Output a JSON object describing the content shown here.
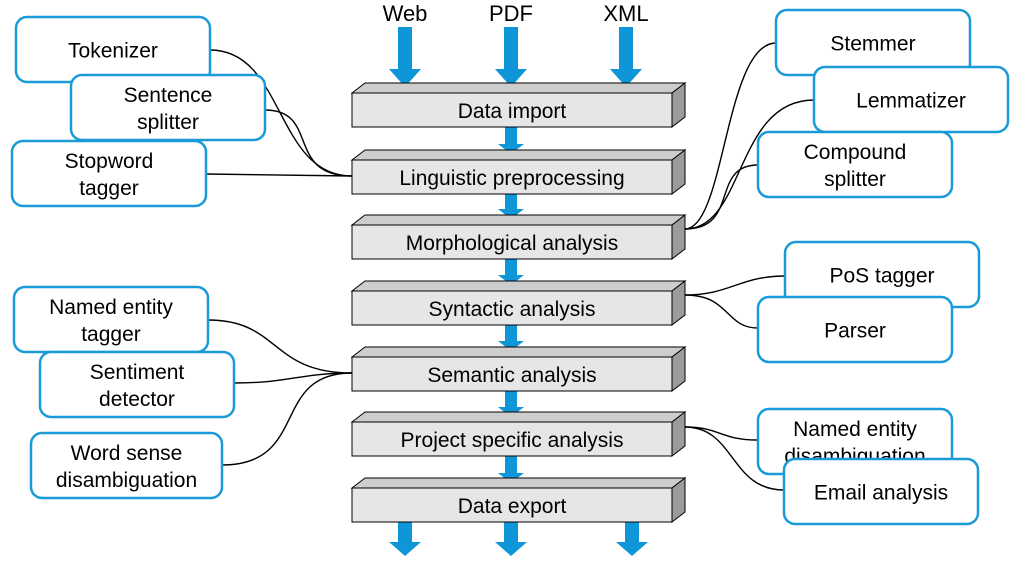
{
  "colors": {
    "box_border": "#1a9ad6",
    "arrow_fill": "#0f96d8",
    "stage_front": "#e6e6e6",
    "stage_top": "#cdcdcd",
    "stage_side": "#9b9b9b",
    "connector": "#000000"
  },
  "inputs": {
    "web": "Web",
    "pdf": "PDF",
    "xml": "XML"
  },
  "stages": {
    "data_import": "Data import",
    "linguistic_preprocessing": "Linguistic preprocessing",
    "morphological_analysis": "Morphological analysis",
    "syntactic_analysis": "Syntactic analysis",
    "semantic_analysis": "Semantic analysis",
    "project_specific_analysis": "Project specific analysis",
    "data_export": "Data export"
  },
  "components": {
    "tokenizer": [
      "Tokenizer"
    ],
    "sentence_splitter": [
      "Sentence",
      "splitter"
    ],
    "stopword_tagger": [
      "Stopword",
      "tagger"
    ],
    "stemmer": [
      "Stemmer"
    ],
    "lemmatizer": [
      "Lemmatizer"
    ],
    "compound_splitter": [
      "Compound",
      "splitter"
    ],
    "pos_tagger": [
      "PoS tagger"
    ],
    "parser": [
      "Parser"
    ],
    "named_entity_tagger": [
      "Named entity",
      "tagger"
    ],
    "sentiment_detector": [
      "Sentiment",
      "detector"
    ],
    "word_sense_disambiguation": [
      "Word sense",
      "disambiguation"
    ],
    "named_entity_disambiguation": [
      "Named entity",
      "disambiguation"
    ],
    "email_analysis": [
      "Email analysis"
    ]
  }
}
